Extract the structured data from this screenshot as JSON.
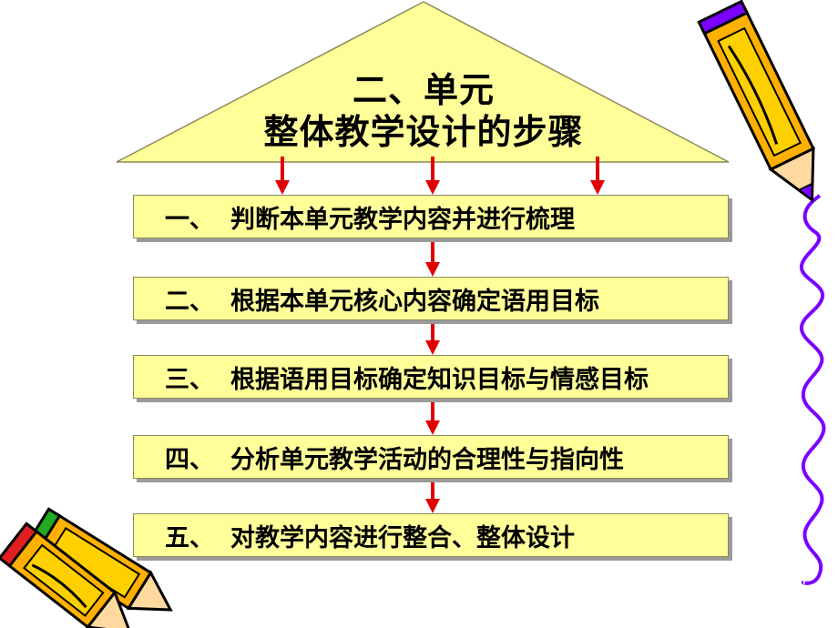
{
  "title": {
    "line1": "二、单元",
    "line2": "整体教学设计的步骤"
  },
  "steps": [
    {
      "num": "一、",
      "text": "判断本单元教学内容并进行梳理"
    },
    {
      "num": "二、",
      "text": "根据本单元核心内容确定语用目标"
    },
    {
      "num": "三、",
      "text": "根据语用目标确定知识目标与情感目标"
    },
    {
      "num": "四、",
      "text": "分析单元教学活动的合理性与指向性"
    },
    {
      "num": "五、",
      "text": "对教学内容进行整合、整体设计"
    }
  ],
  "colors": {
    "roof": "#ffff99",
    "box": "#ffff99",
    "arrow": "#e00000",
    "squiggle": "#7b00ff"
  }
}
